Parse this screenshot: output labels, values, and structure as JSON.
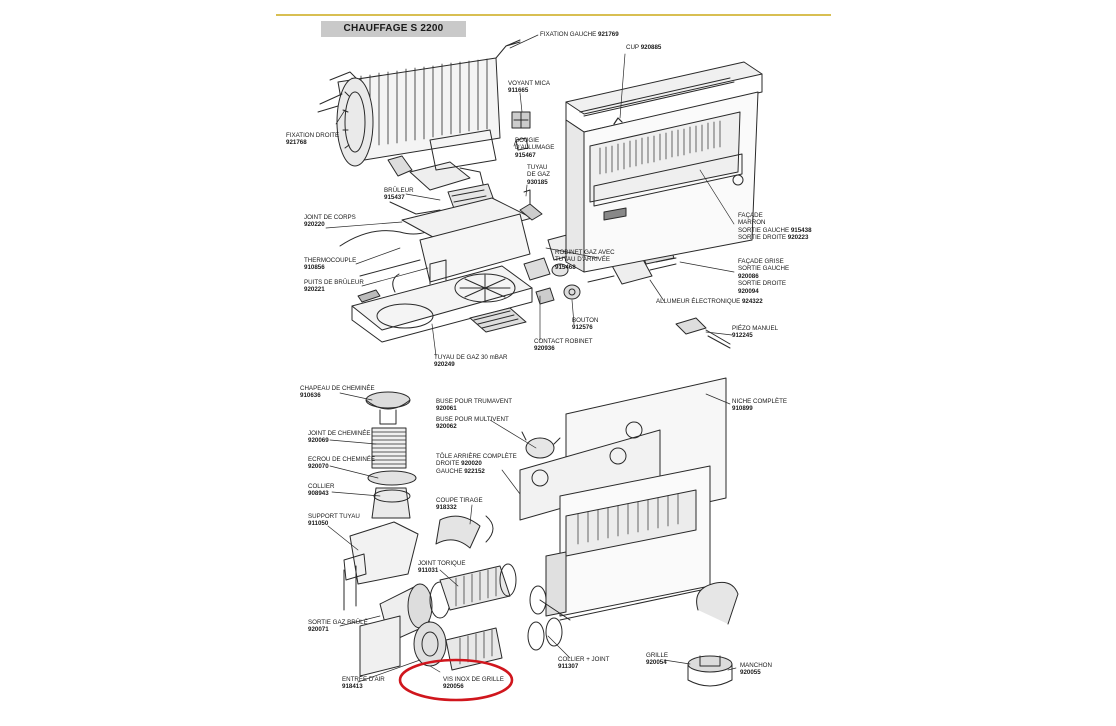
{
  "title": "CHAUFFAGE S 2200",
  "colors": {
    "accent_line": "#d8bf52",
    "title_bg": "#c9c9c9",
    "highlight": "#d0161d"
  },
  "labels": {
    "fixation_gauche": {
      "name": "FIXATION GAUCHE",
      "ref": "921769"
    },
    "cup": {
      "name": "CUP",
      "ref": "920885"
    },
    "voyant_mica": {
      "name": "VOYANT MICA",
      "ref": "911665"
    },
    "fixation_droite": {
      "name": "FIXATION DROITE",
      "ref": "921768"
    },
    "bougie": {
      "name": "BOUGIE D'ALLUMAGE",
      "ref": "915467"
    },
    "tuyau_gaz": {
      "name": "TUYAU DE GAZ",
      "ref": "930185"
    },
    "bruleur": {
      "name": "BRÛLEUR",
      "ref": "915437"
    },
    "joint_corps": {
      "name": "JOINT DE CORPS",
      "ref": "920220"
    },
    "robinet": {
      "name": "ROBINET GAZ AVEC TUYAU D'ARRIVÉE",
      "ref": "915468"
    },
    "facade_marron": {
      "name": "FAÇADE MARRON",
      "left": "SORTIE GAUCHE",
      "left_ref": "915438",
      "right": "SORTIE DROITE",
      "right_ref": "920223"
    },
    "thermocouple": {
      "name": "THERMOCOUPLE",
      "ref": "910856"
    },
    "facade_grise": {
      "name": "FAÇADE GRISE",
      "left": "SORTIE GAUCHE",
      "left_ref": "920086",
      "right": "SORTIE DROITE",
      "right_ref": "920094"
    },
    "puits_bruleur": {
      "name": "PUITS DE BRÛLEUR",
      "ref": "920221"
    },
    "allumeur": {
      "name": "ALLUMEUR ÉLECTRONIQUE",
      "ref": "924322"
    },
    "bouton": {
      "name": "BOUTON",
      "ref": "912576"
    },
    "piezo": {
      "name": "PIÉZO MANUEL",
      "ref": "912245"
    },
    "contact_robinet": {
      "name": "CONTACT ROBINET",
      "ref": "920936"
    },
    "tuyau_30": {
      "name": "TUYAU DE GAZ 30 mBAR",
      "ref": "920249"
    },
    "chapeau": {
      "name": "CHAPEAU DE CHEMINÉE",
      "ref": "910636"
    },
    "buse_truma": {
      "name": "BUSE POUR TRUMAVENT",
      "ref": "920061"
    },
    "buse_multi": {
      "name": "BUSE POUR MULTIVENT",
      "ref": "920062"
    },
    "niche": {
      "name": "NICHE COMPLÈTE",
      "ref": "910899"
    },
    "joint_cheminee": {
      "name": "JOINT DE CHEMINÉE",
      "ref": "920069"
    },
    "ecrou": {
      "name": "ECROU DE CHEMINÉE",
      "ref": "920070"
    },
    "tole": {
      "name": "TÔLE ARRIÈRE COMPLÈTE",
      "droite": "DROITE",
      "droite_ref": "920020",
      "gauche": "GAUCHE",
      "gauche_ref": "922152"
    },
    "collier": {
      "name": "COLLIER",
      "ref": "908943"
    },
    "coupe_tirage": {
      "name": "COUPE TIRAGE",
      "ref": "918332"
    },
    "support_tuyau": {
      "name": "SUPPORT TUYAU",
      "ref": "911050"
    },
    "joint_torique": {
      "name": "JOINT TORIQUE",
      "ref": "911031"
    },
    "sortie_gaz": {
      "name": "SORTIE GAZ BRÛLÉ",
      "ref": "920071"
    },
    "collier_joint": {
      "name": "COLLIER + JOINT",
      "ref": "911307"
    },
    "grille": {
      "name": "GRILLE",
      "ref": "920054"
    },
    "manchon": {
      "name": "MANCHON",
      "ref": "920055"
    },
    "entree_air": {
      "name": "ENTRÉE D'AIR",
      "ref": "918413"
    },
    "vis_inox": {
      "name": "VIS INOX DE GRILLE",
      "ref": "920056"
    }
  }
}
